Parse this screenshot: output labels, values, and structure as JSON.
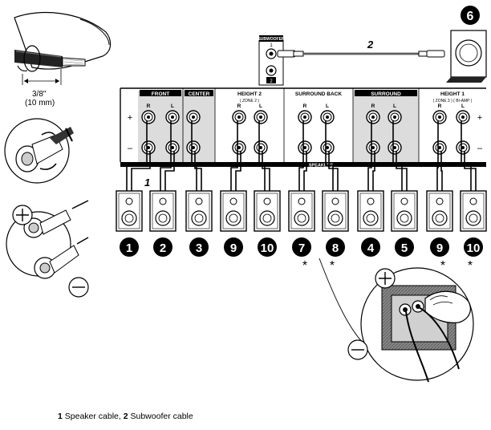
{
  "header_labels": [
    {
      "label": "FRONT",
      "sub": ""
    },
    {
      "label": "CENTER",
      "sub": ""
    },
    {
      "label": "HEIGHT 2",
      "sub": "( ZONE 2 )"
    },
    {
      "label": "SURROUND BACK",
      "sub": ""
    },
    {
      "label": "SURROUND",
      "sub": ""
    },
    {
      "label": "HEIGHT 1",
      "sub": "( ZONE 3 ) ( BI-AMP )"
    }
  ],
  "speakers_label": "SPEAKERS",
  "plus": "+",
  "minus": "–",
  "channel_r": "R",
  "channel_l": "L",
  "subwoofer": {
    "label": "SUBWOOFER",
    "port1": "1",
    "port2": "2"
  },
  "cable_callouts": {
    "speaker": "1",
    "subwoofer": "2"
  },
  "strip_length": {
    "imperial": "3/8\"",
    "metric": "(10 mm)"
  },
  "speaker_numbers": [
    "1",
    "2",
    "3",
    "9",
    "10",
    "7",
    "8",
    "4",
    "5",
    "9",
    "10"
  ],
  "subwoofer_number": "6",
  "asterisk": "*",
  "caption": {
    "num1": "1",
    "text1": " Speaker cable, ",
    "num2": "2",
    "text2": " Subwoofer cable"
  }
}
